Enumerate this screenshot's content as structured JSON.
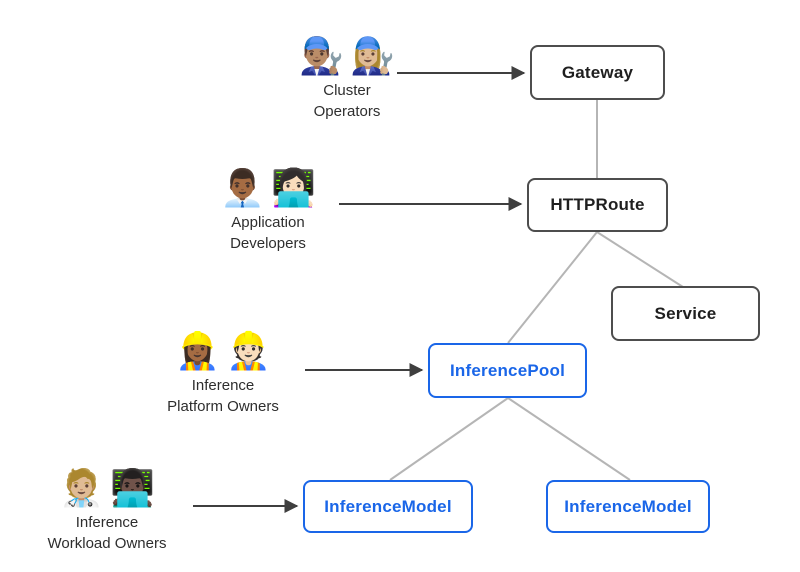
{
  "colors": {
    "background": "#ffffff",
    "node_border_gray": "#4d4d4d",
    "node_text_dark": "#1f1f1f",
    "accent_blue": "#1a66e8",
    "edge_gray": "#b5b5b5",
    "arrow_dark": "#3f3f3f",
    "label_text": "#2e2e2e"
  },
  "actors": [
    {
      "icons": [
        "👨🏽‍🔧",
        "👩🏼‍🔧"
      ],
      "label_lines": [
        "Cluster",
        "Operators"
      ]
    },
    {
      "icons": [
        "👨🏾‍💼",
        "👩🏻‍💻"
      ],
      "label_lines": [
        "Application",
        "Developers"
      ]
    },
    {
      "icons": [
        "👷🏾‍♀️",
        "👷🏻"
      ],
      "label_lines": [
        "Inference",
        "Platform Owners"
      ]
    },
    {
      "icons": [
        "🧑🏼‍⚕️",
        "👨🏿‍💻"
      ],
      "label_lines": [
        "Inference",
        "Workload Owners"
      ]
    }
  ],
  "nodes": {
    "gateway": {
      "label": "Gateway",
      "style": "gray"
    },
    "httproute": {
      "label": "HTTPRoute",
      "style": "gray"
    },
    "service": {
      "label": "Service",
      "style": "gray"
    },
    "inference_pool": {
      "label": "InferencePool",
      "style": "blue"
    },
    "inference_model_left": {
      "label": "InferenceModel",
      "style": "blue"
    },
    "inference_model_right": {
      "label": "InferenceModel",
      "style": "blue"
    }
  },
  "edges": [
    {
      "from": "gateway",
      "to": "httproute",
      "kind": "line"
    },
    {
      "from": "httproute",
      "to": "service",
      "kind": "line"
    },
    {
      "from": "httproute",
      "to": "inference_pool",
      "kind": "line"
    },
    {
      "from": "inference_pool",
      "to": "inference_model_left",
      "kind": "line"
    },
    {
      "from": "inference_pool",
      "to": "inference_model_right",
      "kind": "line"
    },
    {
      "from": "cluster_operators",
      "to": "gateway",
      "kind": "arrow"
    },
    {
      "from": "application_developers",
      "to": "httproute",
      "kind": "arrow"
    },
    {
      "from": "inference_platform_owners",
      "to": "inference_pool",
      "kind": "arrow"
    },
    {
      "from": "inference_workload_owners",
      "to": "inference_model_left",
      "kind": "arrow"
    }
  ]
}
